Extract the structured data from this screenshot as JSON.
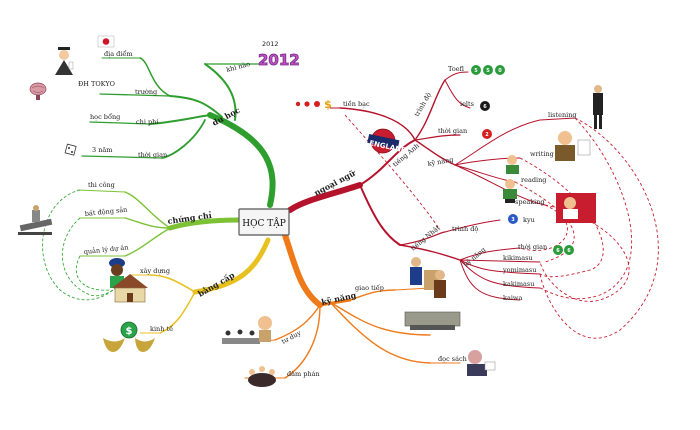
{
  "center": {
    "title": "HỌC TẬP"
  },
  "branches": {
    "du_hoc": {
      "label": "du học",
      "color": "#2e9e2e",
      "khi_nao": "khi nào",
      "year_small": "2012",
      "year_big": "2012",
      "dia_diem": "địa điểm",
      "dh_tokyo": "ĐH TOKYO",
      "truong": "trường",
      "hoc_bong": "học bổng",
      "chi_phi": "chi phí",
      "thoi_gian_val": "3 năm",
      "thoi_gian": "thời gian"
    },
    "chung_chi": {
      "label": "chứng chỉ",
      "color": "#7cc234",
      "thi_cong": "thi công",
      "bat_dong_san": "bất động sản",
      "quan_ly_du_an": "quản lý dự án"
    },
    "bang_cap": {
      "label": "bằng cấp",
      "color": "#e8c020",
      "xay_dung": "xây dựng",
      "kinh_te": "kinh tế"
    },
    "ngoai_ngu": {
      "label": "ngoại ngữ",
      "color": "#b5122b",
      "tieng_anh": "tiếng Anh",
      "tien_bac": "tiền bạc",
      "trinh_do": "trình độ",
      "toefl": "Toefl",
      "ielts": "ielts",
      "thoi_gian": "thời gian",
      "ky_nang": "kỹ năng",
      "listening": "listening",
      "writing": "writing",
      "reading": "reading",
      "speaking": "speaking",
      "england": "ENGLAND",
      "tieng_nhat": "tiếng Nhật",
      "trinh_do_nhat": "trình độ",
      "kyu": "kyu",
      "thoi_gian_nhat": "thời gian",
      "ky_nang_nhat": "kỹ năng",
      "kikimasu": "kikimasu",
      "yomimasu": "yomimasu",
      "kakimasu": "kakimasu",
      "kaiwa": "kaiwa"
    },
    "ky_nang": {
      "label": "kỹ năng",
      "color": "#ef7a1a",
      "giao_tiep": "giao tiếp",
      "tu_duy": "tư duy",
      "dam_phan": "đàm phán",
      "doc_sach": "đọc sách"
    }
  },
  "icons": [
    "japan-flag-icon",
    "graduate-icon",
    "brain-icon",
    "dice-icon",
    "robot-icon",
    "worker-icon",
    "house-icon",
    "dollar-coin-icon",
    "money-coins-icon",
    "toefl-coins-icon",
    "number-coin-icon",
    "businessman-icon",
    "scholar-icon",
    "writer-icon",
    "reader-icon",
    "speaker-icon",
    "teacher-icon",
    "meeting-icon",
    "thinker-icon",
    "book-reader-icon",
    "chess-icon"
  ],
  "colors": {
    "coin_green": "#2c9b3c",
    "coin_blue": "#2a58c4",
    "coin_black": "#1a1a1a",
    "coin_red": "#d42020",
    "dash_green": "#3aaa3a",
    "dash_red": "#c81d2e"
  },
  "coin_values": {
    "toefl": [
      "5",
      "5",
      "0"
    ],
    "ielts": "6",
    "thoi_gian_anh": "2",
    "kyu": "3",
    "thoi_gian_nhat": [
      "6",
      "6"
    ]
  }
}
